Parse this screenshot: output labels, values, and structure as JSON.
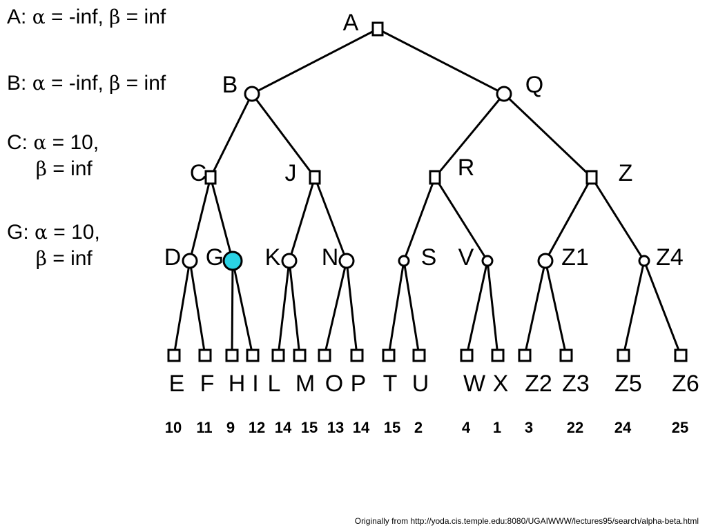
{
  "annotations": [
    {
      "id": "A",
      "lines": [
        {
          "prefix": "A: ",
          "alpha_sym": "α",
          "alpha_text": " = -inf, ",
          "beta_sym": "β",
          "beta_text": " = inf"
        }
      ]
    },
    {
      "id": "B",
      "lines": [
        {
          "prefix": "B: ",
          "alpha_sym": "α",
          "alpha_text": " = -inf, ",
          "beta_sym": "β",
          "beta_text": " = inf"
        }
      ]
    },
    {
      "id": "C",
      "lines": [
        {
          "prefix": "C: ",
          "alpha_sym": "α",
          "alpha_text": " = 10,"
        },
        {
          "prefix": "     ",
          "beta_sym": "β",
          "beta_text": " = inf"
        }
      ]
    },
    {
      "id": "G",
      "lines": [
        {
          "prefix": "G: ",
          "alpha_sym": "α",
          "alpha_text": " = 10,"
        },
        {
          "prefix": "     ",
          "beta_sym": "β",
          "beta_text": " = inf"
        }
      ]
    }
  ],
  "nodes": [
    {
      "id": "A",
      "label": "A",
      "shape": "square"
    },
    {
      "id": "B",
      "label": "B",
      "shape": "circle"
    },
    {
      "id": "Q",
      "label": "Q",
      "shape": "circle"
    },
    {
      "id": "C",
      "label": "C",
      "shape": "square"
    },
    {
      "id": "J",
      "label": "J",
      "shape": "square"
    },
    {
      "id": "R",
      "label": "R",
      "shape": "square"
    },
    {
      "id": "Z",
      "label": "Z",
      "shape": "square"
    },
    {
      "id": "D",
      "label": "D",
      "shape": "circle"
    },
    {
      "id": "G",
      "label": "G",
      "shape": "circle",
      "highlight": true
    },
    {
      "id": "K",
      "label": "K",
      "shape": "circle"
    },
    {
      "id": "N",
      "label": "N",
      "shape": "circle"
    },
    {
      "id": "S",
      "label": "S",
      "shape": "small-circle"
    },
    {
      "id": "V",
      "label": "V",
      "shape": "small-circle"
    },
    {
      "id": "Z1",
      "label": "Z1",
      "shape": "circle"
    },
    {
      "id": "Z4",
      "label": "Z4",
      "shape": "small-circle"
    },
    {
      "id": "E",
      "label": "E",
      "shape": "leaf",
      "value": "10"
    },
    {
      "id": "F",
      "label": "F",
      "shape": "leaf",
      "value": "11"
    },
    {
      "id": "H",
      "label": "H",
      "shape": "leaf",
      "value": "9"
    },
    {
      "id": "I",
      "label": "I",
      "shape": "leaf",
      "value": "12"
    },
    {
      "id": "L",
      "label": "L",
      "shape": "leaf",
      "value": "14"
    },
    {
      "id": "M",
      "label": "M",
      "shape": "leaf",
      "value": "15"
    },
    {
      "id": "O",
      "label": "O",
      "shape": "leaf",
      "value": "13"
    },
    {
      "id": "P",
      "label": "P",
      "shape": "leaf",
      "value": "14"
    },
    {
      "id": "T",
      "label": "T",
      "shape": "leaf",
      "value": "15"
    },
    {
      "id": "U",
      "label": "U",
      "shape": "leaf",
      "value": "2"
    },
    {
      "id": "W",
      "label": "W",
      "shape": "leaf",
      "value": "4"
    },
    {
      "id": "X",
      "label": "X",
      "shape": "leaf",
      "value": "1"
    },
    {
      "id": "Z2",
      "label": "Z2",
      "shape": "leaf",
      "value": "3"
    },
    {
      "id": "Z3",
      "label": "Z3",
      "shape": "leaf",
      "value": "22"
    },
    {
      "id": "Z5",
      "label": "Z5",
      "shape": "leaf",
      "value": "24"
    },
    {
      "id": "Z6",
      "label": "Z6",
      "shape": "leaf",
      "value": "25"
    }
  ],
  "edges": [
    [
      "A",
      "B"
    ],
    [
      "A",
      "Q"
    ],
    [
      "B",
      "C"
    ],
    [
      "B",
      "J"
    ],
    [
      "Q",
      "R"
    ],
    [
      "Q",
      "Z"
    ],
    [
      "C",
      "D"
    ],
    [
      "C",
      "G"
    ],
    [
      "J",
      "K"
    ],
    [
      "J",
      "N"
    ],
    [
      "R",
      "S"
    ],
    [
      "R",
      "V"
    ],
    [
      "Z",
      "Z1"
    ],
    [
      "Z",
      "Z4"
    ],
    [
      "D",
      "E"
    ],
    [
      "D",
      "F"
    ],
    [
      "G",
      "H"
    ],
    [
      "G",
      "I"
    ],
    [
      "K",
      "L"
    ],
    [
      "K",
      "M"
    ],
    [
      "N",
      "O"
    ],
    [
      "N",
      "P"
    ],
    [
      "S",
      "T"
    ],
    [
      "S",
      "U"
    ],
    [
      "V",
      "W"
    ],
    [
      "V",
      "X"
    ],
    [
      "Z1",
      "Z2"
    ],
    [
      "Z1",
      "Z3"
    ],
    [
      "Z4",
      "Z5"
    ],
    [
      "Z4",
      "Z6"
    ]
  ],
  "colors": {
    "highlight": "#2ad2e4",
    "line": "#000000"
  },
  "footer": "Originally from http://yoda.cis.temple.edu:8080/UGAIWWW/lectures95/search/alpha-beta.html"
}
